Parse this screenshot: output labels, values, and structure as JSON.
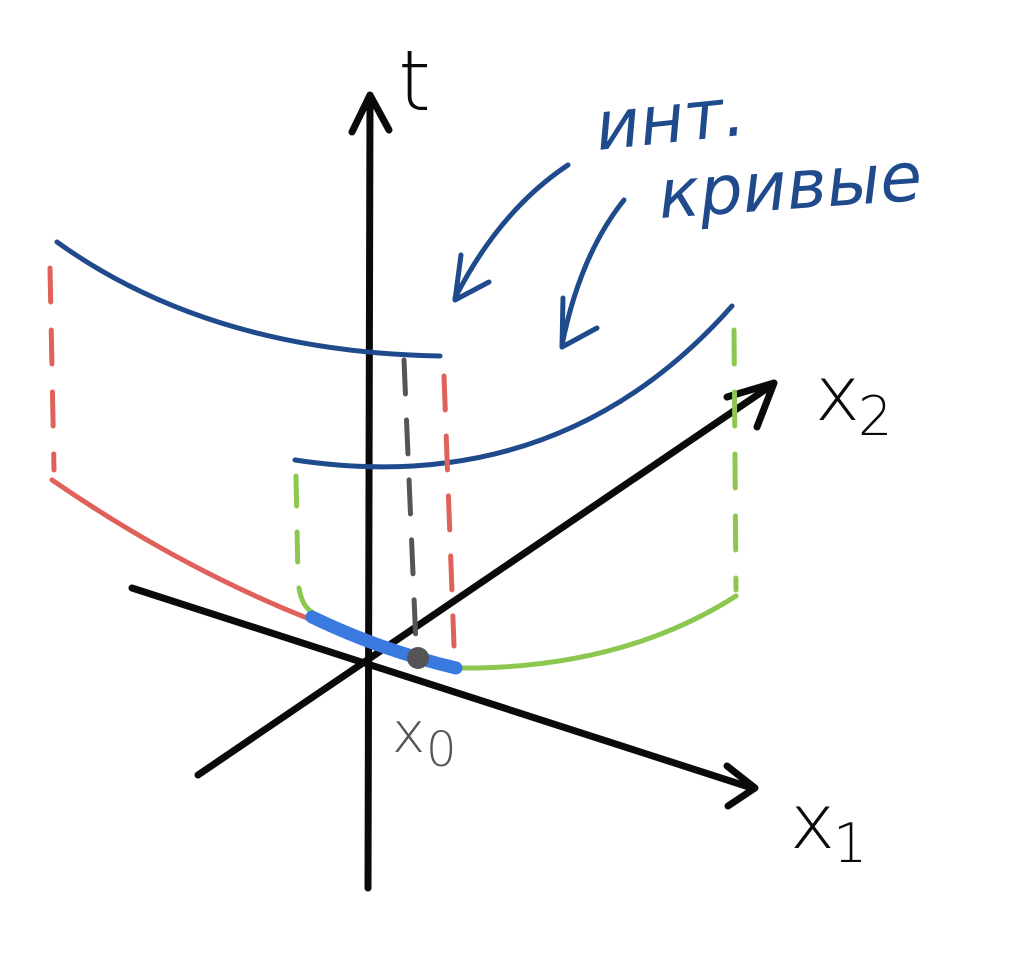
{
  "axes": {
    "t_label": "t",
    "x1_label": "x",
    "x1_subscript": "1",
    "x2_label": "x",
    "x2_subscript": "2"
  },
  "point": {
    "label": "x",
    "subscript": "0"
  },
  "annotation": {
    "line1": "инт.",
    "line2": "кривые"
  },
  "colors": {
    "axes": "#0a0a0a",
    "integral_curves": "#1f4a8c",
    "left_curve_projection": "#e0605a",
    "right_curve_projection": "#8cc850",
    "neighborhood_segment": "#3a7ae0",
    "x0_point": "#555555"
  }
}
